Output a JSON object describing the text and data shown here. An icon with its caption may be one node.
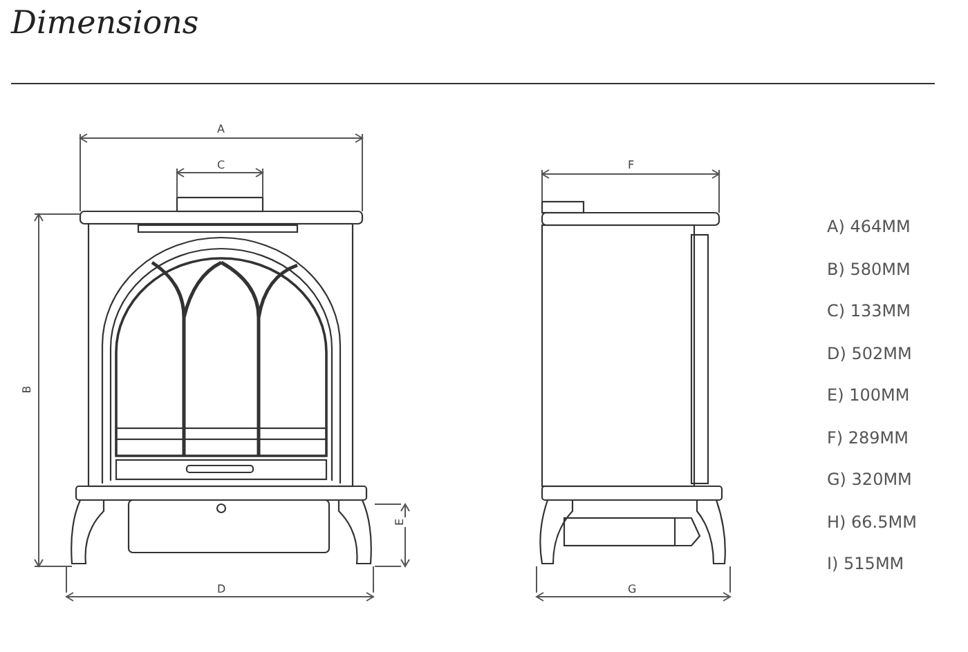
{
  "diagram": {
    "title": "Dimensions",
    "labels": [
      "A",
      "C",
      "F",
      "B",
      "E",
      "D",
      "G",
      "A) 464MM",
      "B) 580MM",
      "C) 133MM",
      "D) 502MM",
      "E) 100MM",
      "F) 289MM",
      "G) 320MM",
      "H) 66.5MM",
      "I) 515MM"
    ]
  }
}
